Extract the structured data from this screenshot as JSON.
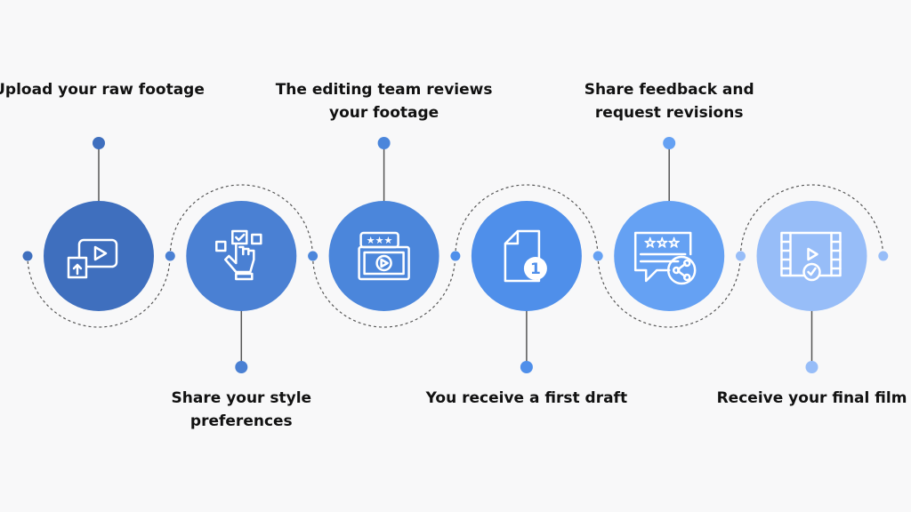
{
  "steps": [
    {
      "label": "Upload your raw footage",
      "position": "top",
      "icon": "upload-video-icon",
      "color": "#3f6fbe"
    },
    {
      "label": "Share your style preferences",
      "position": "bottom",
      "icon": "select-preferences-icon",
      "color": "#4a80d3"
    },
    {
      "label": "The editing team reviews your footage",
      "position": "top",
      "icon": "review-video-icon",
      "color": "#4b86db"
    },
    {
      "label": "You receive a first draft",
      "position": "bottom",
      "icon": "draft-document-icon",
      "color": "#4f8fea"
    },
    {
      "label": "Share feedback and request revisions",
      "position": "top",
      "icon": "feedback-share-icon",
      "color": "#65a1f3"
    },
    {
      "label": "Receive your final film",
      "position": "bottom",
      "icon": "final-film-icon",
      "color": "#97bdf8"
    }
  ],
  "line_color": "#555555"
}
